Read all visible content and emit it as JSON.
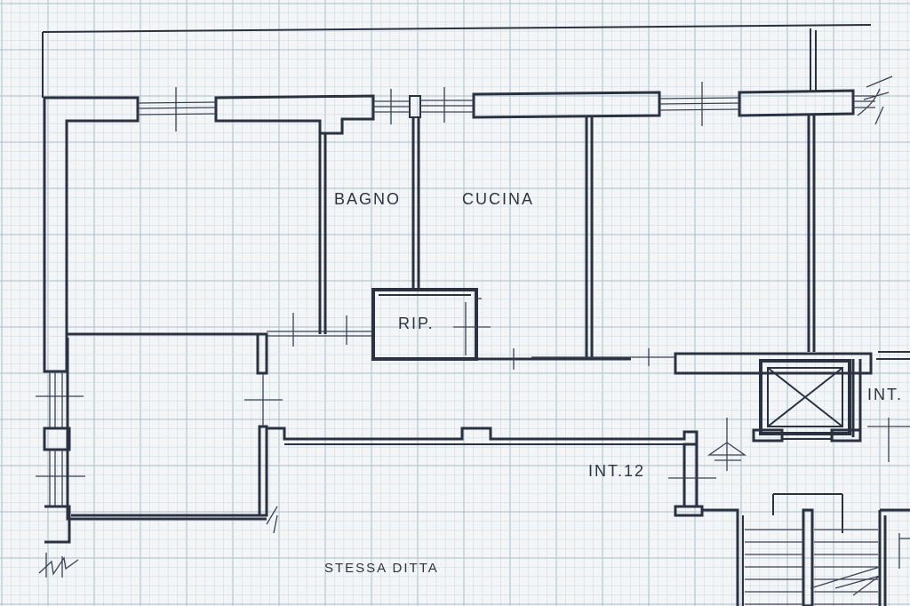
{
  "labels": {
    "bagno": "BAGNO",
    "cucina": "CUCINA",
    "rip": "RIP.",
    "int12": "INT.12",
    "int_partial": "INT.",
    "stessa_ditta": "STESSA DITTA"
  },
  "colors": {
    "paper": "#f3f5f7",
    "grid_minor": "#cfdde4",
    "grid_major": "#a9c0cc",
    "ink": "#2a3140"
  }
}
